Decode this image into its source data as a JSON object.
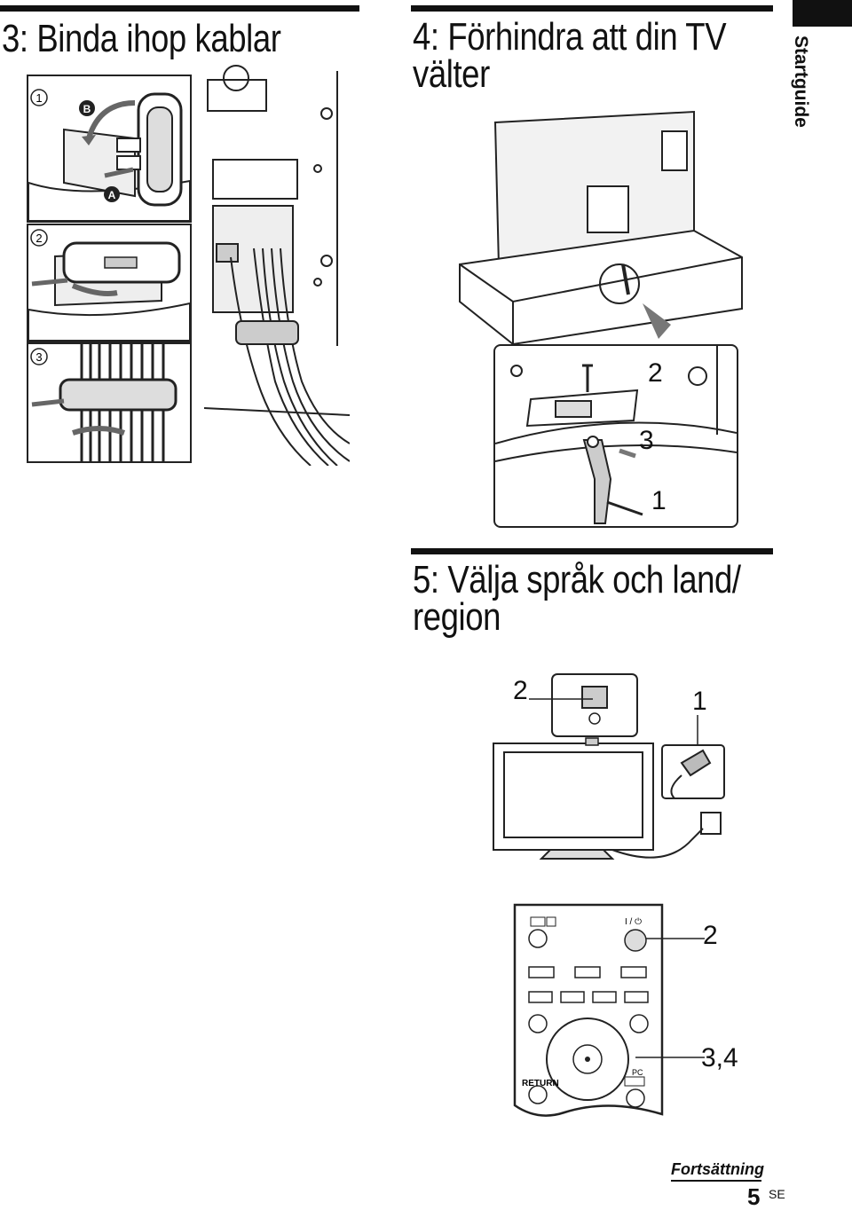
{
  "side_tab": {
    "label": "Startguide"
  },
  "sections": {
    "s3": {
      "title": "3: Binda ihop kablar",
      "steps": [
        "1",
        "2",
        "3"
      ],
      "callouts": [
        "B",
        "A"
      ]
    },
    "s4": {
      "title_line1": "4: Förhindra att din TV",
      "title_line2": "välter",
      "labels": [
        "2",
        "3",
        "1"
      ]
    },
    "s5": {
      "title_line1": "5: Välja språk och land/",
      "title_line2": "region",
      "tv_labels": [
        "2",
        "1"
      ],
      "remote_labels": [
        "2",
        "3,4"
      ],
      "remote_text": {
        "return": "RETURN",
        "pc": "PC",
        "power": "I / ⏻"
      }
    }
  },
  "footer": {
    "continuation": "Fortsättning",
    "page_number": "5",
    "lang": "SE"
  }
}
